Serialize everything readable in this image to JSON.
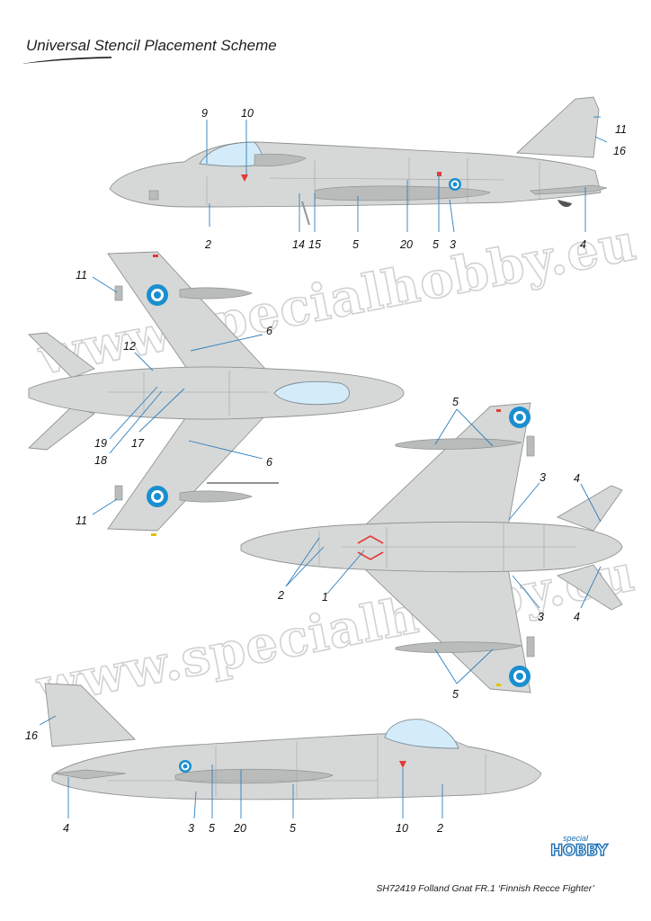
{
  "title": "Universal Stencil Placement Scheme",
  "footer": "SH72419  Folland Gnat FR.1 ‘Finnish Recce Fighter’",
  "watermark": "www.specialhobby.eu",
  "logo": {
    "small": "special",
    "big": "HOBBY"
  },
  "colors": {
    "aircraft_grey": "#d6d8d7",
    "roundel_blue": "#1a8fd0",
    "callout_line": "#2f7fbd",
    "canopy": "#d4ecf9"
  },
  "views": {
    "side_left": {
      "labels": [
        "9",
        "10",
        "11",
        "16",
        "2",
        "14",
        "15",
        "5",
        "20",
        "5",
        "3",
        "4"
      ]
    },
    "top": {
      "labels": [
        "11",
        "6",
        "12",
        "19",
        "18",
        "17",
        "6",
        "11"
      ]
    },
    "bottom": {
      "labels": [
        "5",
        "3",
        "4",
        "2",
        "1",
        "3",
        "4",
        "5"
      ]
    },
    "side_right": {
      "labels": [
        "16",
        "4",
        "3",
        "5",
        "20",
        "5",
        "10",
        "2"
      ]
    }
  }
}
